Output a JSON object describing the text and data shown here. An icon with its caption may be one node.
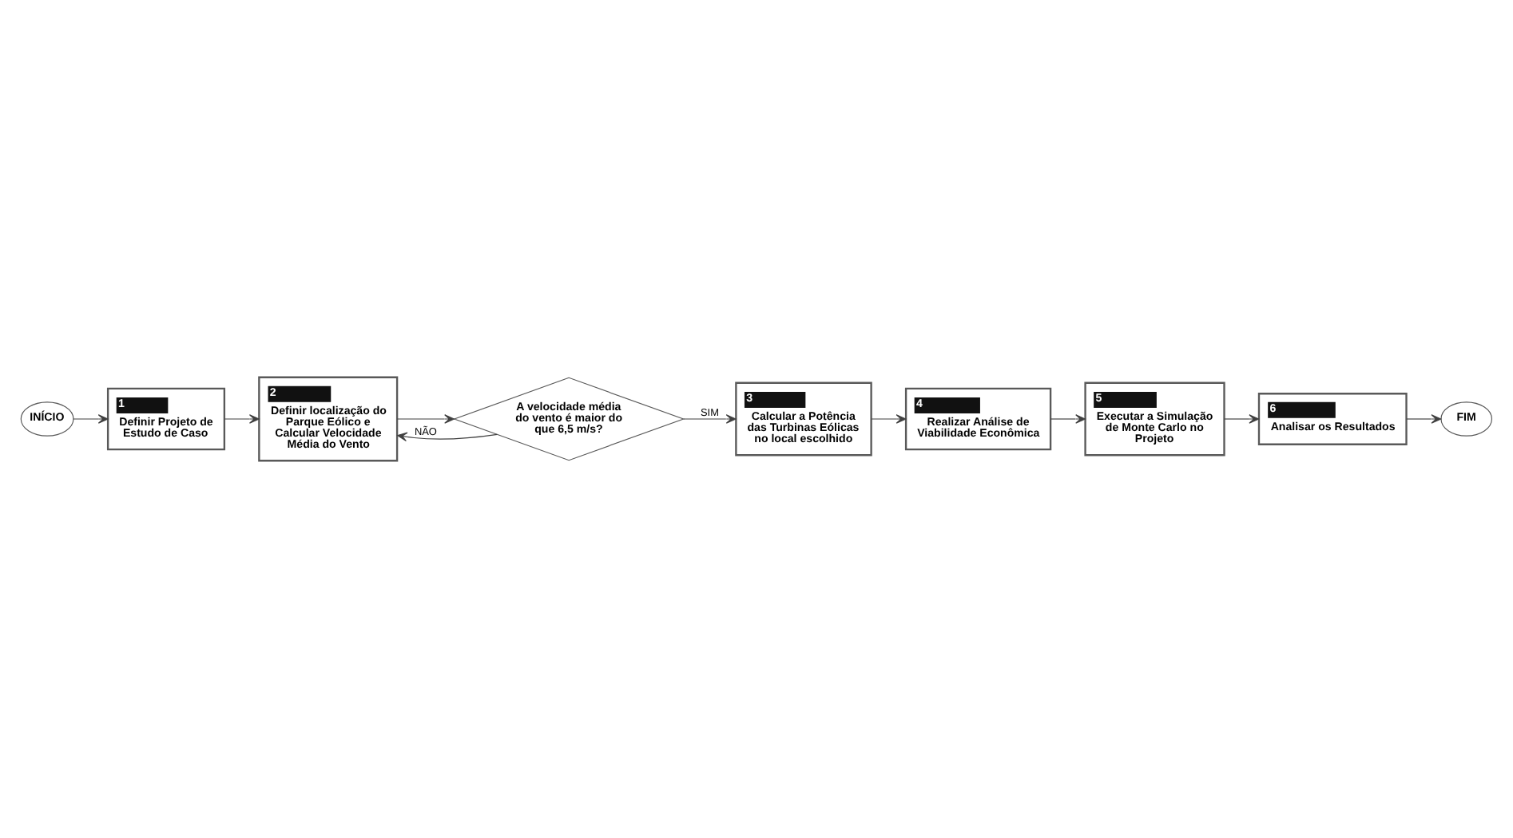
{
  "diagram": {
    "nodes": [
      {
        "text": [
          "INÍCIO"
        ]
      },
      {
        "text": [
          "1",
          "Definir Projeto de Estudo de Caso"
        ]
      },
      {
        "text": [
          "2",
          "Definir localização do Parque Eólico e Calcular Velocidade Média do Vento"
        ]
      },
      {
        "text": [
          "A velocidade média do vento é maior do que 6,5 m/s?"
        ]
      },
      {
        "text": [
          "3",
          "Calcular a Potência das Turbinas Eólicas no local escolhido"
        ]
      },
      {
        "text": [
          "4",
          "Realizar Análise de Viabilidade Econômica"
        ]
      },
      {
        "text": [
          "5",
          "Executar a Simulação de Monte Carlo no Projeto"
        ]
      },
      {
        "text": [
          "6",
          "Analisar os Resultados"
        ]
      },
      {
        "text": [
          "FIM"
        ]
      }
    ],
    "edges": [
      {
        "from": 0,
        "to": 1,
        "arrow": "to"
      },
      {
        "from": 1,
        "to": 2,
        "arrow": "to"
      },
      {
        "from": 2,
        "to": 3,
        "arrow": "to"
      },
      {
        "from": 3,
        "to": 2,
        "arrow": "to",
        "label": "NÃO"
      },
      {
        "from": 3,
        "to": 4,
        "arrow": "to",
        "label": "SIM"
      },
      {
        "from": 4,
        "to": 5,
        "arrow": "to"
      },
      {
        "from": 5,
        "to": 6,
        "arrow": "to"
      },
      {
        "from": 6,
        "to": 7,
        "arrow": "to"
      },
      {
        "from": 7,
        "to": 8,
        "arrow": "to"
      }
    ]
  }
}
